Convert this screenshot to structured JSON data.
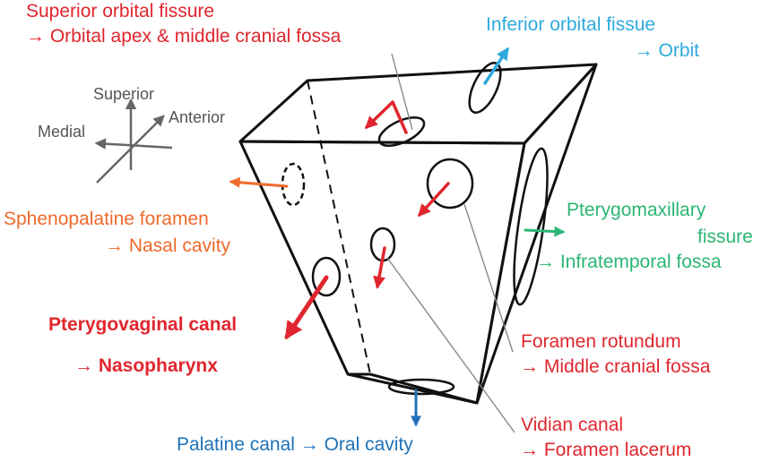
{
  "colors": {
    "red": "#e0262e",
    "light_blue": "#2eaadc",
    "dark_blue": "#1f72b8",
    "green": "#2bb673",
    "orange": "#ee6a2c",
    "axes": "#666666",
    "outline": "#111111"
  },
  "axes_labels": {
    "superior": "Superior",
    "anterior": "Anterior",
    "medial": "Medial"
  },
  "labels": {
    "superior_orbital_fissure": "Superior orbital fissure",
    "superior_orbital_fissure_dest": "→ Orbital apex & middle cranial fossa",
    "inferior_orbital_fissure": "Inferior orbital fissue",
    "inferior_orbital_fissure_dest": "→ Orbit",
    "sphenopalatine_foramen": "Sphenopalatine foramen",
    "sphenopalatine_foramen_dest": "→ Nasal cavity",
    "pterygomaxillary_fissure_1": "Pterygomaxillary",
    "pterygomaxillary_fissure_2": "fissure",
    "pterygomaxillary_fissure_dest": "→ Infratemporal fossa",
    "pterygovaginal_canal": "Pterygovaginal canal",
    "pterygovaginal_canal_dest": "→ Nasopharynx",
    "foramen_rotundum": "Foramen rotundum",
    "foramen_rotundum_dest": "→ Middle cranial fossa",
    "vidian_canal": "Vidian canal",
    "vidian_canal_dest": "→ Foramen lacerum",
    "palatine_canal": "Palatine canal → Oral cavity"
  }
}
